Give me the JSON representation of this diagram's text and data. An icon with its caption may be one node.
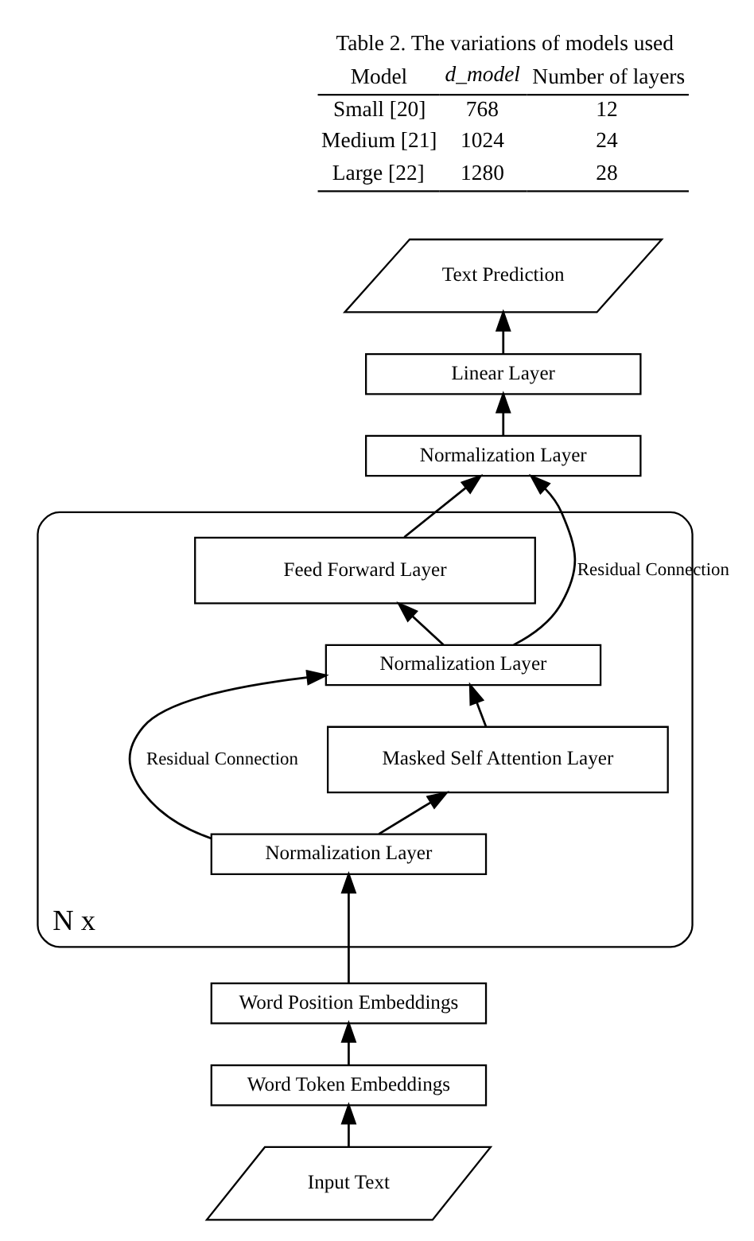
{
  "diagram": {
    "nodes": [
      {
        "text": [
          "Text Prediction"
        ]
      },
      {
        "text": [
          "Linear Layer"
        ]
      },
      {
        "text": [
          "Normalization Layer"
        ]
      },
      {
        "text": [],
        "shape": "box",
        "beside": [
          "N x"
        ]
      },
      {
        "text": [
          "Feed Forward Layer"
        ],
        "in": 3
      },
      {
        "text": [
          "Normalization Layer"
        ],
        "in": 3
      },
      {
        "text": [
          "Masked Self Attention Layer"
        ],
        "in": 3
      },
      {
        "text": [
          "Normalization Layer"
        ],
        "in": 3
      },
      {
        "text": [
          "Word Position Embeddings"
        ]
      },
      {
        "text": [
          "Word Token Embeddings"
        ]
      },
      {
        "text": [
          "Input Text"
        ]
      }
    ],
    "edges": [
      {
        "from": 10,
        "to": 9,
        "arrow": "to"
      },
      {
        "from": 9,
        "to": 8,
        "arrow": "to"
      },
      {
        "from": 8,
        "to": 7,
        "arrow": "to"
      },
      {
        "from": 7,
        "to": 6,
        "arrow": "to"
      },
      {
        "from": 7,
        "to": 5,
        "arrow": "to",
        "label": "Residual Connection"
      },
      {
        "from": 6,
        "to": 5,
        "arrow": "to"
      },
      {
        "from": 5,
        "to": 4,
        "arrow": "to"
      },
      {
        "from": 5,
        "to": 2,
        "arrow": "to",
        "label": "Residual Connection"
      },
      {
        "from": 4,
        "to": 2,
        "arrow": "to"
      },
      {
        "from": 2,
        "to": 1,
        "arrow": "to"
      },
      {
        "from": 1,
        "to": 0,
        "arrow": "to"
      }
    ],
    "labels": [
      "Table 2. The variations of models used",
      "Model",
      "d_model",
      "Number of layers",
      "Small [20]",
      "768",
      "12",
      "Medium [21]",
      "1024",
      "24",
      "Large [22]",
      "1280",
      "28"
    ]
  }
}
